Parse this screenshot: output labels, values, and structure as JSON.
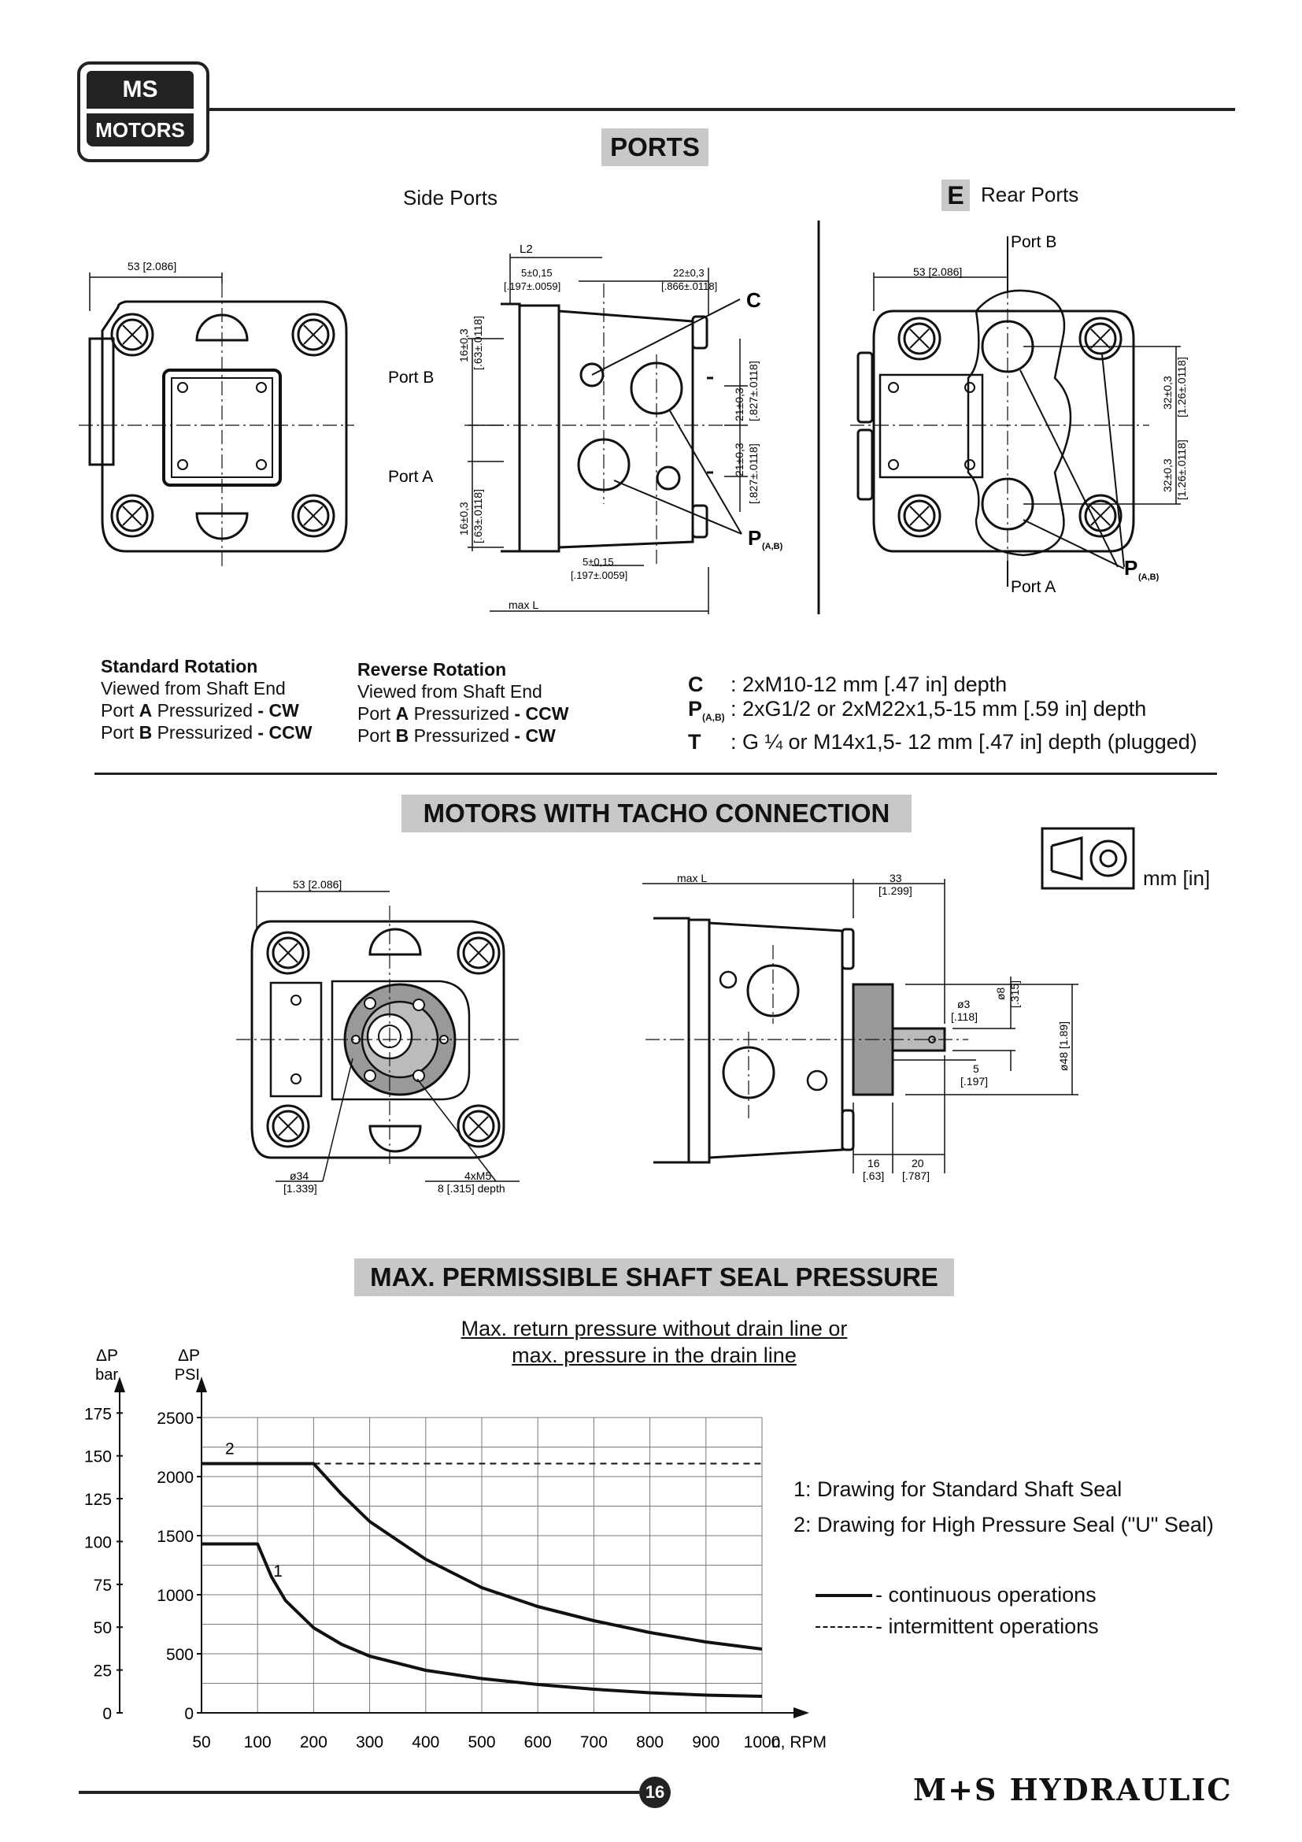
{
  "header": {
    "logo_top": "MS",
    "logo_bottom": "MOTORS"
  },
  "ports": {
    "title": "PORTS",
    "side_ports_label": "Side Ports",
    "rear_ports_letter": "E",
    "rear_ports_label": "Rear Ports",
    "dims": {
      "d53": "53 [2.086]",
      "l2": "L2",
      "d5_top": "5±0,15",
      "d5_top_in": "[.197±.0059]",
      "d22": "22±0,3",
      "d22_in": "[.866±.0118]",
      "d16": "16±0,3",
      "d16_in": "[.63±.0118]",
      "d21": "21±0,3",
      "d21_in": "[.827±.0118]",
      "d32": "32±0,3",
      "d32_in": "[1.26±.0118]",
      "max_l": "max L",
      "port_a": "Port A",
      "port_b": "Port B",
      "c": "C",
      "p": "P",
      "p_sub": "(A,B)"
    },
    "rotation": {
      "standard_title": "Standard Rotation",
      "standard_line1": "Viewed from Shaft End",
      "standard_line2_pre": "Port ",
      "standard_line2_port": "A",
      "standard_line2_mid": " Pressurized ",
      "standard_line2_dir": "- CW",
      "standard_line3_pre": "Port ",
      "standard_line3_port": "B",
      "standard_line3_mid": " Pressurized ",
      "standard_line3_dir": "- CCW",
      "reverse_title": "Reverse Rotation",
      "reverse_line1": "Viewed from Shaft End",
      "reverse_line2_pre": "Port ",
      "reverse_line2_port": "A",
      "reverse_line2_mid": " Pressurized ",
      "reverse_line2_dir": "- CCW",
      "reverse_line3_pre": "Port ",
      "reverse_line3_port": "B",
      "reverse_line3_mid": " Pressurized ",
      "reverse_line3_dir": "- CW"
    },
    "specs": [
      {
        "key": "C",
        "sub": "",
        "value": ": 2xM10-12 mm [.47 in] depth"
      },
      {
        "key": "P",
        "sub": "(A,B)",
        "value": ": 2xG1/2 or 2xM22x1,5-15 mm [.59 in] depth"
      },
      {
        "key": "T",
        "sub": "",
        "value": ": G ¼ or M14x1,5- 12 mm [.47 in] depth (plugged)"
      }
    ]
  },
  "tacho": {
    "title": "MOTORS WITH TACHO CONNECTION",
    "units": "mm [in]",
    "dims": {
      "d53": "53 [2.086]",
      "d34": "ø34",
      "d34_in": "[1.339]",
      "m5": "4xM5",
      "m5_depth": "8 [.315] depth",
      "max_l": "max L",
      "d33": "33",
      "d33_in": "[1.299]",
      "d3": "ø3",
      "d3_in": "[.118]",
      "d8": "ø8",
      "d8_in": "[.315]",
      "d48": "ø48 [1.89]",
      "d5": "5",
      "d5_in": "[.197]",
      "d16": "16",
      "d16_in": "[.63]",
      "d20": "20",
      "d20_in": "[.787]"
    }
  },
  "seal": {
    "title": "MAX. PERMISSIBLE SHAFT SEAL PRESSURE",
    "subtitle_line1": "Max. return pressure without drain line or",
    "subtitle_line2": "max. pressure in the drain line",
    "legend": {
      "item1": "1: Drawing for Standard Shaft Seal",
      "item2": "2: Drawing for High Pressure Seal (\"U\" Seal)",
      "continuous": "- continuous operations",
      "intermittent": "- intermittent operations"
    }
  },
  "chart_data": {
    "type": "line",
    "title": "",
    "xlabel": "n, RPM",
    "ylabel_left": "ΔP bar",
    "ylabel_right": "ΔP PSI",
    "y_left_label_top": "ΔP",
    "y_left_label_unit": "bar",
    "y_right_label_top": "ΔP",
    "y_right_label_unit": "PSI",
    "x_ticks": [
      "50",
      "100",
      "200",
      "300",
      "400",
      "500",
      "600",
      "700",
      "800",
      "900",
      "1000"
    ],
    "x_tick_values": [
      50,
      100,
      200,
      300,
      400,
      500,
      600,
      700,
      800,
      900,
      1000
    ],
    "y_left_ticks": [
      "0",
      "25",
      "50",
      "75",
      "100",
      "125",
      "150",
      "175"
    ],
    "y_left_values": [
      0,
      25,
      50,
      75,
      100,
      125,
      150,
      175
    ],
    "y_right_ticks": [
      "0",
      "500",
      "1000",
      "1500",
      "2000",
      "2500"
    ],
    "y_right_values": [
      0,
      500,
      1000,
      1500,
      2000,
      2500
    ],
    "ylim_psi": [
      0,
      2500
    ],
    "xlim": [
      50,
      1000
    ],
    "grid": true,
    "series": [
      {
        "name": "1",
        "x": [
          50,
          100,
          125,
          150,
          200,
          250,
          300,
          400,
          500,
          600,
          700,
          800,
          900,
          1000
        ],
        "y": [
          1430,
          1430,
          1150,
          950,
          720,
          580,
          480,
          360,
          290,
          240,
          200,
          170,
          150,
          140
        ],
        "style": "continuous"
      },
      {
        "name": "2",
        "x": [
          50,
          200,
          250,
          300,
          400,
          500,
          600,
          700,
          800,
          900,
          1000
        ],
        "y": [
          2110,
          2110,
          1850,
          1620,
          1300,
          1060,
          900,
          780,
          680,
          600,
          540
        ],
        "style": "continuous"
      },
      {
        "name": "2",
        "x": [
          200,
          1000
        ],
        "y": [
          2110,
          2110
        ],
        "style": "intermittent"
      }
    ]
  },
  "footer": {
    "page": "16",
    "brand": "M+S HYDRAULIC"
  }
}
